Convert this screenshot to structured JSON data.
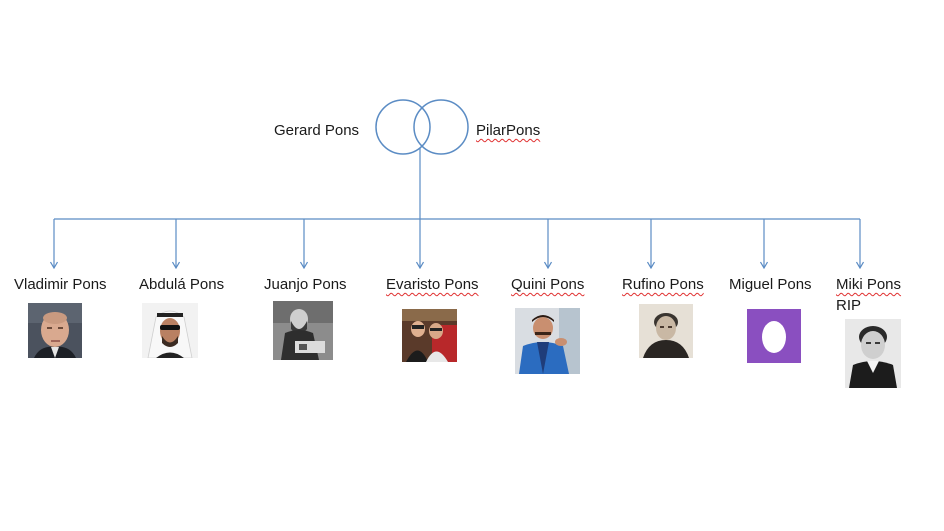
{
  "parents": {
    "father": {
      "name": "Gerard Pons"
    },
    "mother": {
      "name": "PilarPons"
    }
  },
  "children": [
    {
      "name": "Vladimir Pons",
      "photo": "bald-man-portrait"
    },
    {
      "name": "Abdulá Pons",
      "photo": "man-in-keffiyeh-with-sunglasses"
    },
    {
      "name": "Juanjo Pons",
      "photo": "bearded-man-at-table-bw"
    },
    {
      "name": "Evaristo Pons",
      "photo": "two-people-in-bar"
    },
    {
      "name": "Quini Pons",
      "photo": "man-in-blue-tracksuit"
    },
    {
      "name": "Rufino Pons",
      "photo": "old-woman-portrait-sepia"
    },
    {
      "name": "Miguel Pons",
      "photo": "default-egg-avatar"
    },
    {
      "name": "Miki Pons",
      "note": "RIP",
      "photo": "historical-engraved-portrait"
    }
  ],
  "colors": {
    "connector": "#5b8cc4",
    "spellcheck": "#e03030",
    "egg_avatar_bg": "#8a4fc0",
    "egg": "#ffffff"
  }
}
